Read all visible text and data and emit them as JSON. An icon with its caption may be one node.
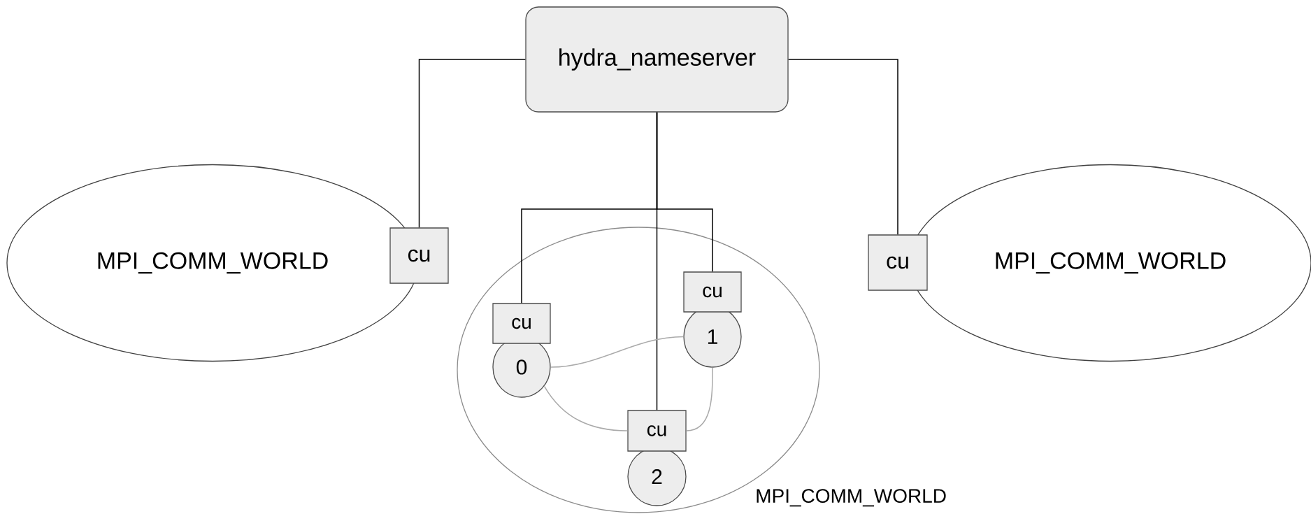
{
  "diagram": {
    "nodes": [
      {
        "text": [
          "hydra_nameserver"
        ]
      },
      {
        "text": [
          "MPI_COMM_WORLD"
        ]
      },
      {
        "text": [
          "cu"
        ]
      },
      {
        "text": [],
        "shape": "circle",
        "beside": [
          "MPI_COMM_WORLD"
        ]
      },
      {
        "text": [
          "cu"
        ],
        "in": 3
      },
      {
        "text": [
          "0"
        ],
        "in": 3
      },
      {
        "text": [
          "cu"
        ],
        "in": 3
      },
      {
        "text": [
          "1"
        ],
        "in": 3
      },
      {
        "text": [
          "cu"
        ],
        "in": 3
      },
      {
        "text": [
          "2"
        ],
        "in": 3
      },
      {
        "text": [
          "cu"
        ]
      },
      {
        "text": [
          "MPI_COMM_WORLD"
        ]
      }
    ],
    "edges": [
      {
        "from": 0,
        "to": 2,
        "arrow": "none"
      },
      {
        "from": 0,
        "to": 10,
        "arrow": "none"
      },
      {
        "from": 0,
        "to": 8,
        "arrow": "none"
      },
      {
        "from": 0,
        "to": 4,
        "arrow": "none"
      },
      {
        "from": 0,
        "to": 6,
        "arrow": "none"
      },
      {
        "from": 5,
        "to": 7,
        "arrow": "none",
        "color": "#aaaaaa"
      },
      {
        "from": 5,
        "to": 8,
        "arrow": "none",
        "color": "#aaaaaa"
      },
      {
        "from": 7,
        "to": 8,
        "arrow": "none",
        "color": "#aaaaaa"
      }
    ]
  }
}
